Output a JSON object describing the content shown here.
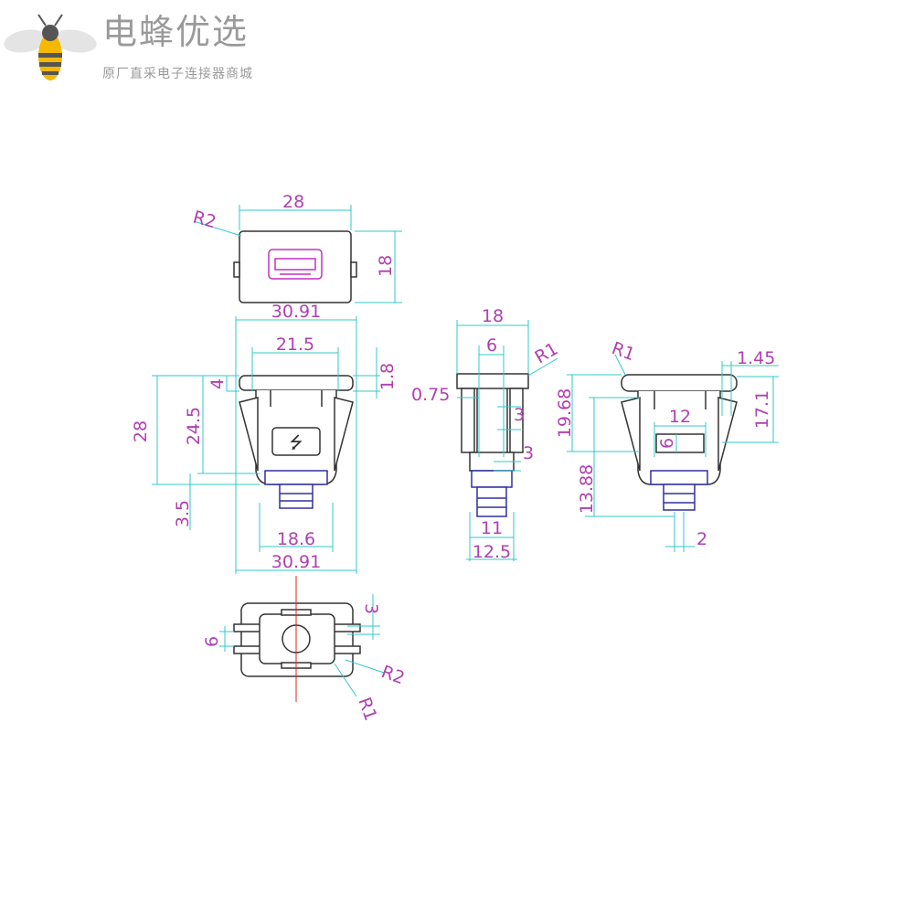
{
  "brand": {
    "name": "电蜂优选",
    "tagline": "原厂直采电子连接器商城"
  },
  "dimensions": {
    "front_width": "28",
    "front_height": "18",
    "front_radius": "R2",
    "side_overall_width_top": "30.91",
    "side_inner_width": "21.5",
    "side_lip": "1.8",
    "side_step": "4",
    "side_height_28": "28",
    "side_height_24_5": "24.5",
    "side_bottom_3_5": "3.5",
    "side_width_18_6": "18.6",
    "side_overall_width_bottom": "30.91",
    "mid_width_18": "18",
    "mid_width_6": "6",
    "mid_radius_r1": "R1",
    "mid_0_75": "0.75",
    "mid_3_upper": "3",
    "mid_3_lower": "3",
    "mid_11": "11",
    "mid_12_5": "12.5",
    "right_radius_r1": "R1",
    "right_1_45": "1.45",
    "right_19_68": "19.68",
    "right_17_1": "17.1",
    "right_12": "12",
    "right_6": "6",
    "right_13_88": "13.88",
    "right_2": "2",
    "bottom_3": "3",
    "bottom_6": "6",
    "bottom_r2": "R2",
    "bottom_r1": "R1"
  }
}
